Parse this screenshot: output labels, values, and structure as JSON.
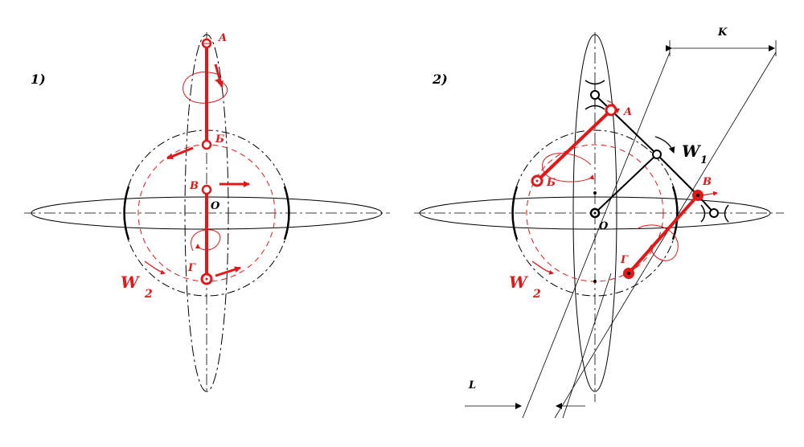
{
  "colors": {
    "ink": "#000000",
    "accent": "#e01818",
    "background": "#ffffff"
  },
  "diagram1": {
    "number": "1)",
    "points": {
      "A": "A",
      "B": "Б",
      "V": "В",
      "G": "Г",
      "O": "O"
    },
    "omega_main": "W",
    "omega_sub": "2"
  },
  "diagram2": {
    "number": "2)",
    "points": {
      "A": "A",
      "B": "Б",
      "V": "В",
      "G": "Г",
      "O": "O"
    },
    "omega_main": "W",
    "omega_sub": "2",
    "omega1_main": "W",
    "omega1_sub": "1",
    "dim_K": "K",
    "dim_L": "L"
  }
}
